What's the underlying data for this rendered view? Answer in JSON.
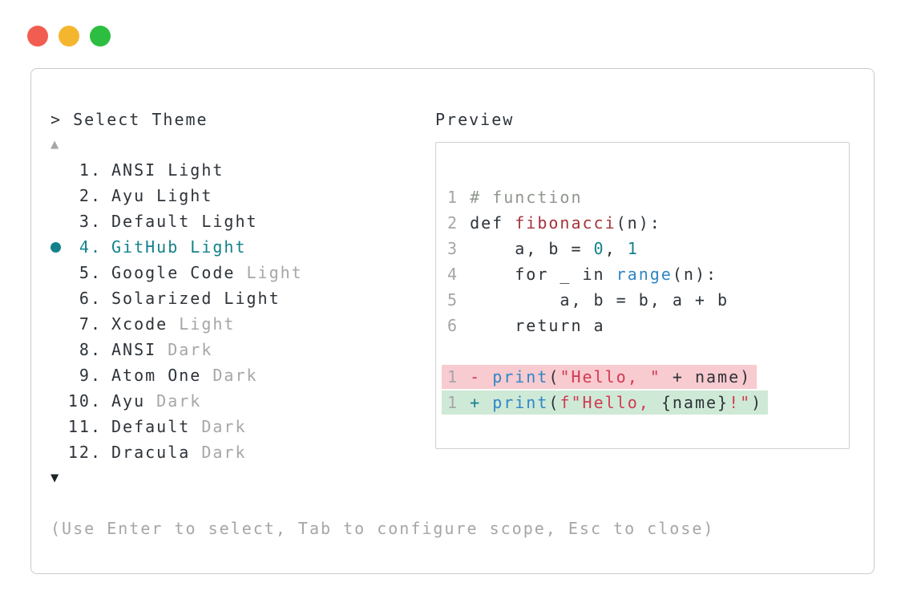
{
  "colors": {
    "text_dark": "#2d3339",
    "text_gray": "#a6a6a8",
    "accent_teal": "#13818b",
    "code_blue": "#2f86c8",
    "code_brick": "#a5333b",
    "code_crimson": "#d23a52",
    "code_comment": "#90978e",
    "diff_removed_bg": "#f8cbd0",
    "diff_added_bg": "#cfe9d7"
  },
  "window": {
    "traffic_lights": [
      {
        "name": "close",
        "color": "#f25d52"
      },
      {
        "name": "minimize",
        "color": "#f5b62f"
      },
      {
        "name": "zoom",
        "color": "#2dbe41"
      }
    ]
  },
  "header": {
    "title": "> Select Theme",
    "preview_label": "Preview"
  },
  "theme_list": {
    "scroll_up_indicator": "▲",
    "scroll_down_indicator": "▼",
    "selected_index": 4,
    "items": [
      {
        "num": "1.",
        "name": "ANSI",
        "variant": "Light",
        "variant_gray": false,
        "selected": false
      },
      {
        "num": "2.",
        "name": "Ayu",
        "variant": "Light",
        "variant_gray": false,
        "selected": false
      },
      {
        "num": "3.",
        "name": "Default",
        "variant": "Light",
        "variant_gray": false,
        "selected": false
      },
      {
        "num": "4.",
        "name": "GitHub",
        "variant": "Light",
        "variant_gray": false,
        "selected": true
      },
      {
        "num": "5.",
        "name": "Google Code",
        "variant": "Light",
        "variant_gray": true,
        "selected": false
      },
      {
        "num": "6.",
        "name": "Solarized",
        "variant": "Light",
        "variant_gray": false,
        "selected": false
      },
      {
        "num": "7.",
        "name": "Xcode",
        "variant": "Light",
        "variant_gray": true,
        "selected": false
      },
      {
        "num": "8.",
        "name": "ANSI",
        "variant": "Dark",
        "variant_gray": true,
        "selected": false
      },
      {
        "num": "9.",
        "name": "Atom One",
        "variant": "Dark",
        "variant_gray": true,
        "selected": false
      },
      {
        "num": "10.",
        "name": "Ayu",
        "variant": "Dark",
        "variant_gray": true,
        "selected": false
      },
      {
        "num": "11.",
        "name": "Default",
        "variant": "Dark",
        "variant_gray": true,
        "selected": false
      },
      {
        "num": "12.",
        "name": "Dracula",
        "variant": "Dark",
        "variant_gray": true,
        "selected": false
      }
    ]
  },
  "preview": {
    "code_lines": [
      {
        "num": "1",
        "diff": "",
        "tokens": [
          [
            "comment",
            "# function"
          ]
        ]
      },
      {
        "num": "2",
        "diff": "",
        "tokens": [
          [
            "plain",
            "def "
          ],
          [
            "brick",
            "fibonacci"
          ],
          [
            "plain",
            "(n):"
          ]
        ]
      },
      {
        "num": "3",
        "diff": "",
        "tokens": [
          [
            "plain",
            "    a, b = "
          ],
          [
            "teal",
            "0"
          ],
          [
            "plain",
            ", "
          ],
          [
            "teal",
            "1"
          ]
        ]
      },
      {
        "num": "4",
        "diff": "",
        "tokens": [
          [
            "plain",
            "    for _ in "
          ],
          [
            "blue",
            "range"
          ],
          [
            "plain",
            "(n):"
          ]
        ]
      },
      {
        "num": "5",
        "diff": "",
        "tokens": [
          [
            "plain",
            "        a, b = b, a + b"
          ]
        ]
      },
      {
        "num": "6",
        "diff": "",
        "tokens": [
          [
            "plain",
            "    return a"
          ]
        ]
      },
      {
        "num": "",
        "diff": "",
        "tokens": []
      },
      {
        "num": "1",
        "diff": "removed",
        "tokens": [
          [
            "crimson",
            "- "
          ],
          [
            "blue",
            "print"
          ],
          [
            "plain",
            "("
          ],
          [
            "crimson",
            "\"Hello, \""
          ],
          [
            "plain",
            " + name)"
          ]
        ]
      },
      {
        "num": "1",
        "diff": "added",
        "tokens": [
          [
            "teal",
            "+ "
          ],
          [
            "blue",
            "print"
          ],
          [
            "plain",
            "("
          ],
          [
            "crimson",
            "f\"Hello, "
          ],
          [
            "plain",
            "{name}"
          ],
          [
            "crimson",
            "!\""
          ],
          [
            "plain",
            ")"
          ]
        ]
      }
    ]
  },
  "footer": {
    "help_text": "(Use Enter to select, Tab to configure scope, Esc to close)"
  }
}
